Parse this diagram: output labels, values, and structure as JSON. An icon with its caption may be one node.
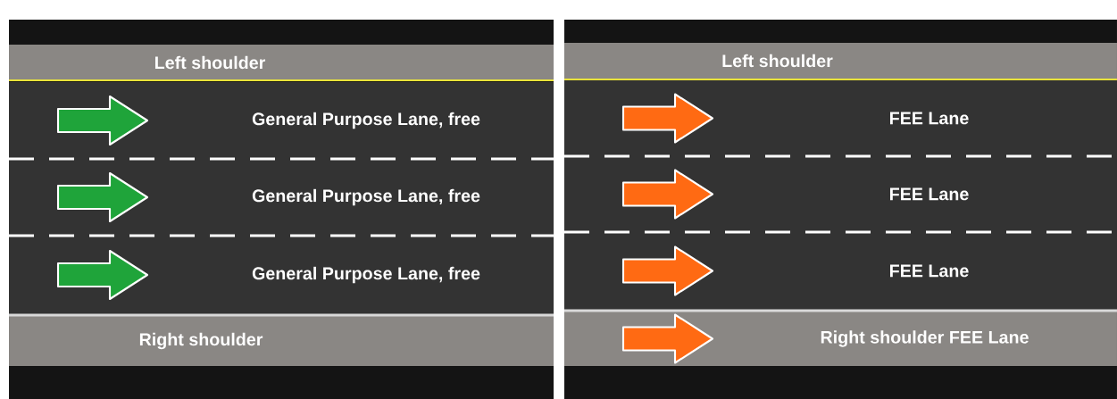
{
  "diagram": {
    "nodes": [
      {
        "text": [
          "Left shoulder"
        ]
      },
      {
        "text": [
          "General Purpose Lane, free"
        ]
      },
      {
        "text": [
          "General Purpose Lane, free"
        ]
      },
      {
        "text": [
          "General Purpose Lane, free"
        ]
      },
      {
        "text": [
          "Right shoulder"
        ]
      },
      {
        "text": [
          "Left shoulder"
        ]
      },
      {
        "text": [
          "FEE Lane"
        ]
      },
      {
        "text": [
          "FEE Lane"
        ]
      },
      {
        "text": [
          "FEE Lane"
        ]
      },
      {
        "text": [
          "Right shoulder FEE Lane"
        ]
      }
    ]
  }
}
